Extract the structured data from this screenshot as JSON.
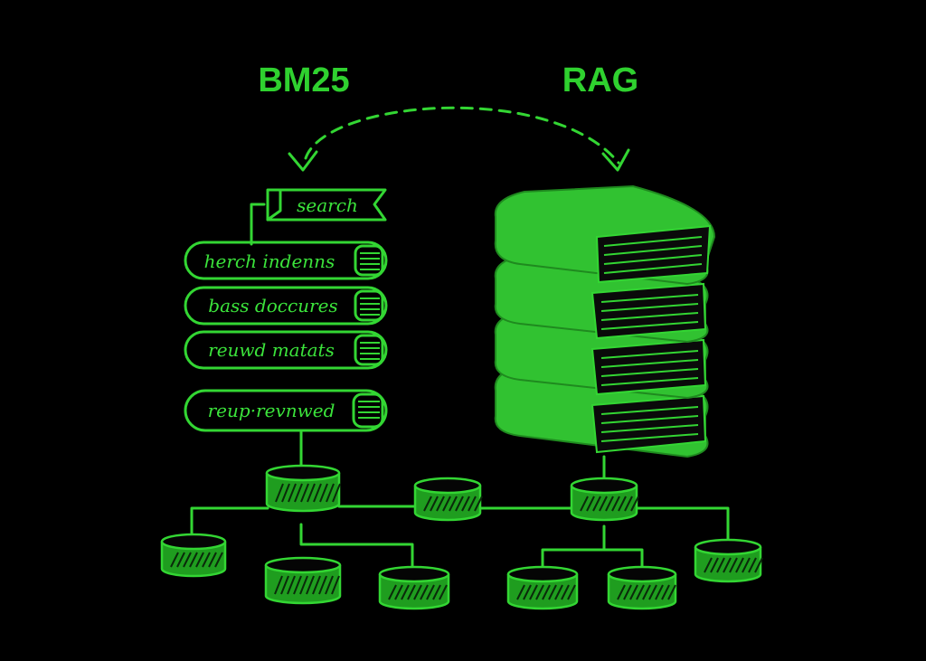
{
  "titles": {
    "left": "BM25",
    "right": "RAG"
  },
  "bm25": {
    "header_tag": "search",
    "items": [
      "herch indenns",
      "bass doccures",
      "reuwd matats",
      "reup·revnwed"
    ]
  },
  "colors": {
    "background": "#000000",
    "ink": "#33d633",
    "title": "#2fd12f",
    "fill": "#31c231"
  },
  "icons": [
    "dashed-curved-arrow",
    "book-stack-icon",
    "database-cylinder-icon",
    "tree-connector-lines"
  ]
}
